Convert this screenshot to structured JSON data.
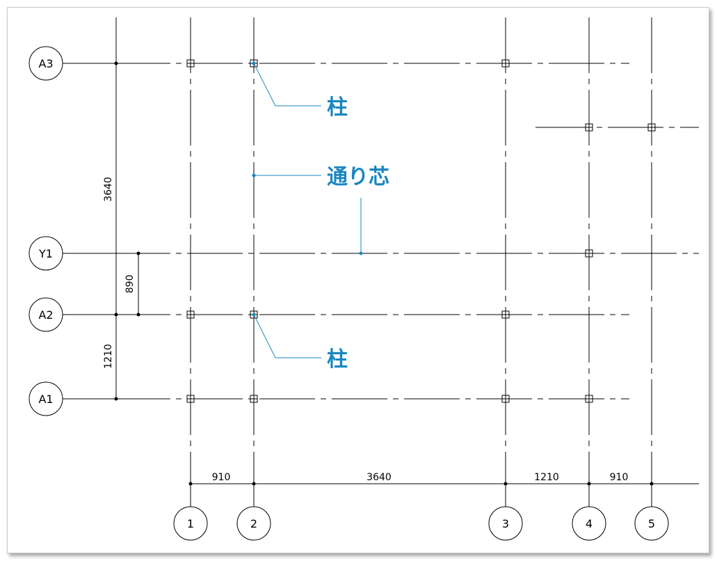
{
  "rows": {
    "A3": "A3",
    "Y1": "Y1",
    "A2": "A2",
    "A1": "A1"
  },
  "columns": {
    "c1": "1",
    "c2": "2",
    "c3": "3",
    "c4": "4",
    "c5": "5"
  },
  "dimensions": {
    "horizontal": [
      "910",
      "3640",
      "1210",
      "910"
    ],
    "vertical_a3_y1": "3640",
    "vertical_y1_a2": "890",
    "vertical_a2_a1": "1210"
  },
  "callouts": {
    "column_top": "柱",
    "gridline": "通り芯",
    "column_bottom": "柱"
  },
  "colors": {
    "line": "#000000",
    "callout": "#1a86c0"
  }
}
